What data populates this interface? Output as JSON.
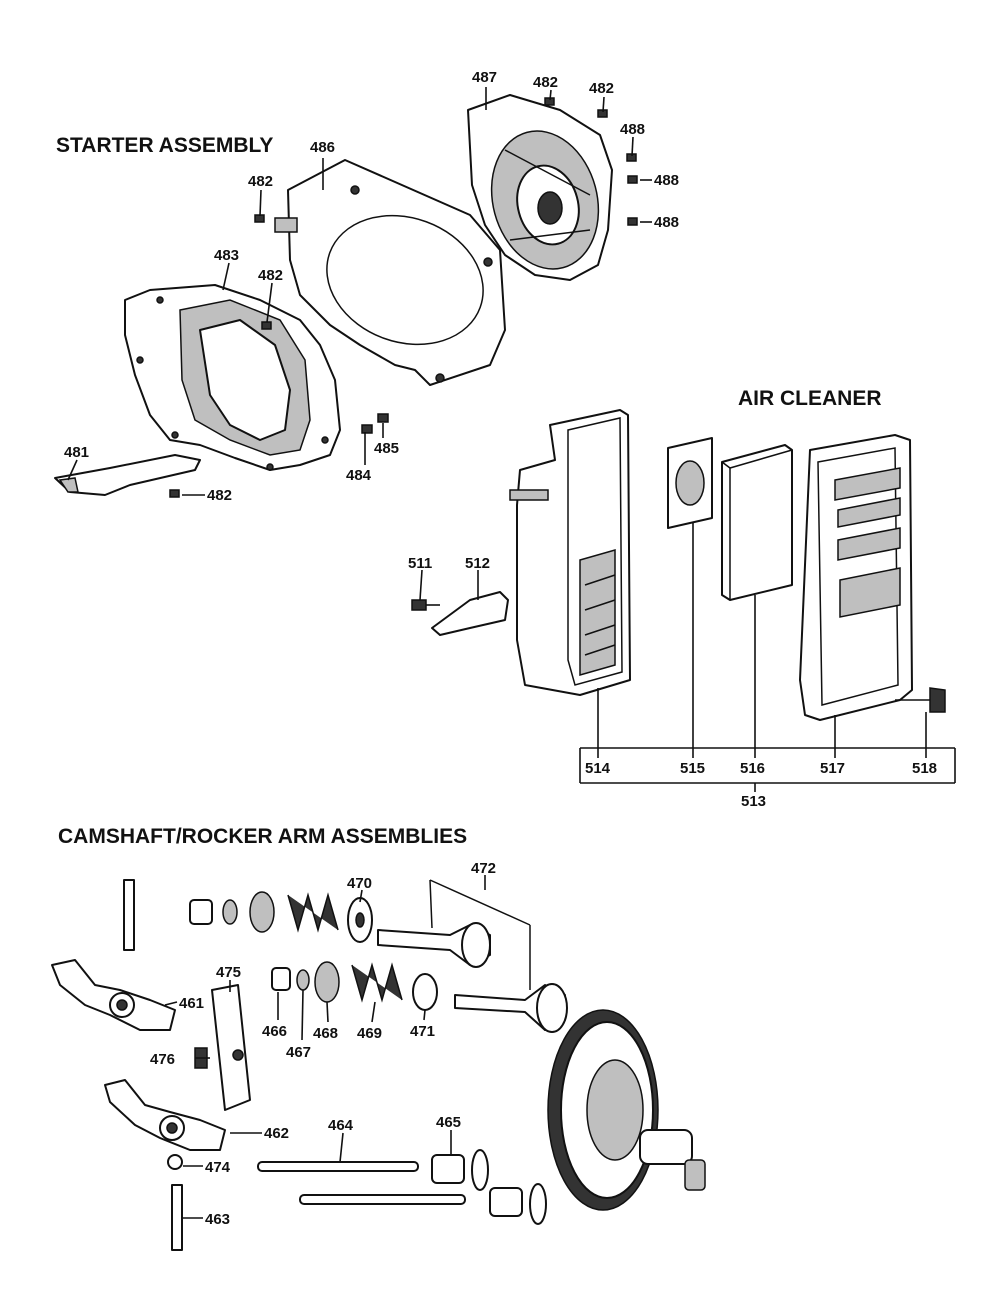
{
  "sections": {
    "starter_title": "STARTER ASSEMBLY",
    "air_cleaner_title": "AIR CLEANER",
    "camshaft_title": "CAMSHAFT/ROCKER ARM ASSEMBLIES"
  },
  "starter_labels": {
    "l481": "481",
    "l482a": "482",
    "l482b": "482",
    "l482c": "482",
    "l482d": "482",
    "l482e": "482",
    "l483": "483",
    "l484": "484",
    "l485": "485",
    "l486": "486",
    "l487": "487",
    "l488a": "488",
    "l488b": "488",
    "l488c": "488"
  },
  "air_cleaner_labels": {
    "l511": "511",
    "l512": "512",
    "l513": "513",
    "l514": "514",
    "l515": "515",
    "l516": "516",
    "l517": "517",
    "l518": "518"
  },
  "camshaft_labels": {
    "l461": "461",
    "l462": "462",
    "l463": "463",
    "l464": "464",
    "l465": "465",
    "l466": "466",
    "l467": "467",
    "l468": "468",
    "l469": "469",
    "l470": "470",
    "l471": "471",
    "l472": "472",
    "l474": "474",
    "l475": "475",
    "l476": "476"
  }
}
